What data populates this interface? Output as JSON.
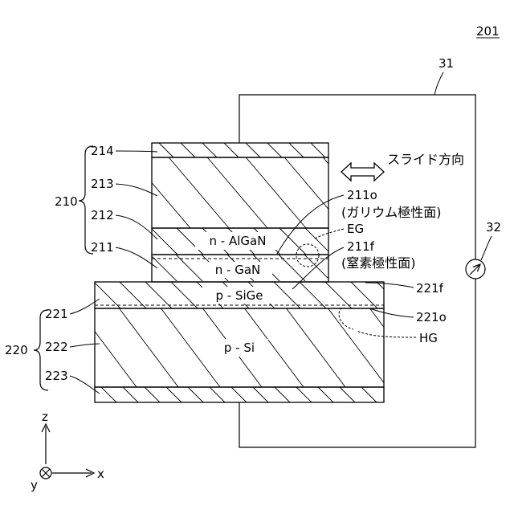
{
  "figure_number": "201",
  "circuit": {
    "wire_label": "31",
    "meter_label": "32"
  },
  "upper_structure": {
    "group_label": "210",
    "layers": [
      {
        "id": "214",
        "label": "214",
        "name": ""
      },
      {
        "id": "213",
        "label": "213",
        "name": ""
      },
      {
        "id": "212",
        "label": "212",
        "name": "n - AlGaN"
      },
      {
        "id": "211",
        "label": "211",
        "name": "n - GaN"
      }
    ]
  },
  "lower_structure": {
    "group_label": "220",
    "layers": [
      {
        "id": "221",
        "label": "221",
        "name": "p - SiGe"
      },
      {
        "id": "222",
        "label": "222",
        "name": "p - Si"
      },
      {
        "id": "223",
        "label": "223",
        "name": ""
      }
    ]
  },
  "annotations": {
    "slide_direction": "スライド方向",
    "gallium_face_label": "211o",
    "gallium_face_name": "(ガリウム極性面)",
    "electron_gas": "EG",
    "nitrogen_face_label": "211f",
    "nitrogen_face_name": "(窒素極性面)",
    "surface_221f": "221f",
    "surface_221o": "221o",
    "hole_gas": "HG"
  },
  "axes": {
    "z": "z",
    "x": "x",
    "y": "y"
  }
}
